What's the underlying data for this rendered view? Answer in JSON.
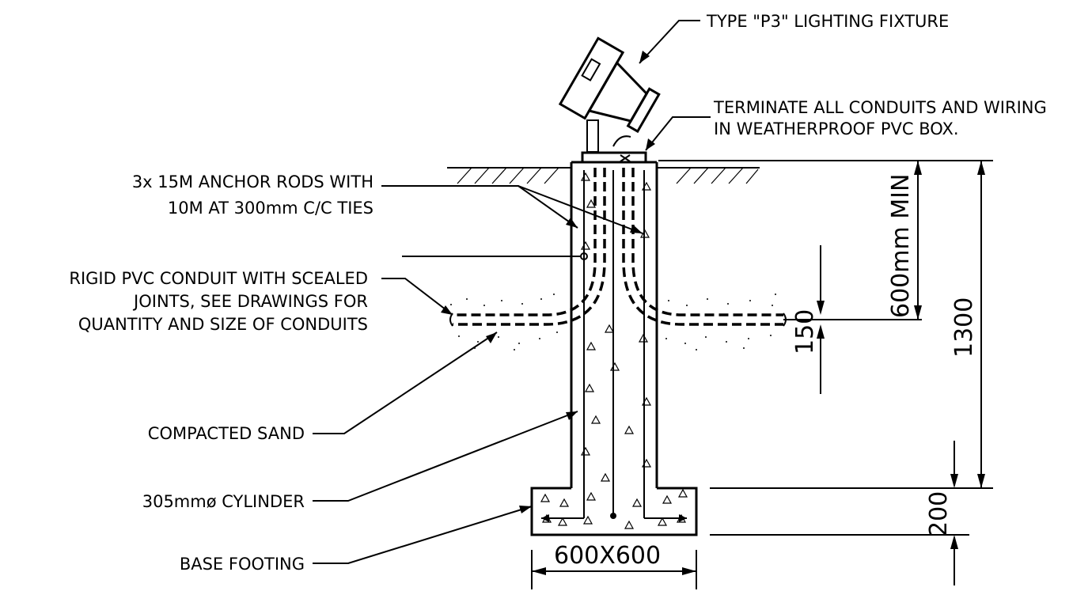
{
  "labels": {
    "fixture": "TYPE \"P3\" LIGHTING FIXTURE",
    "terminate_line1": "TERMINATE ALL CONDUITS AND WIRING",
    "terminate_line2": "IN WEATHERPROOF PVC BOX.",
    "anchor_line1": "3x 15M ANCHOR RODS WITH",
    "anchor_line2": "10M AT 300mm C/C TIES",
    "conduit_line1": "RIGID PVC CONDUIT WITH SCEALED",
    "conduit_line2": "JOINTS, SEE DRAWINGS FOR",
    "conduit_line3": "QUANTITY AND SIZE OF CONDUITS",
    "sand": "COMPACTED SAND",
    "cylinder": "305mmø CYLINDER",
    "footing": "BASE FOOTING"
  },
  "dimensions": {
    "min_depth": "600mm MIN",
    "total_height": "1300",
    "conduit_depth": "150",
    "footing_height": "200",
    "footing_size": "600X600"
  }
}
